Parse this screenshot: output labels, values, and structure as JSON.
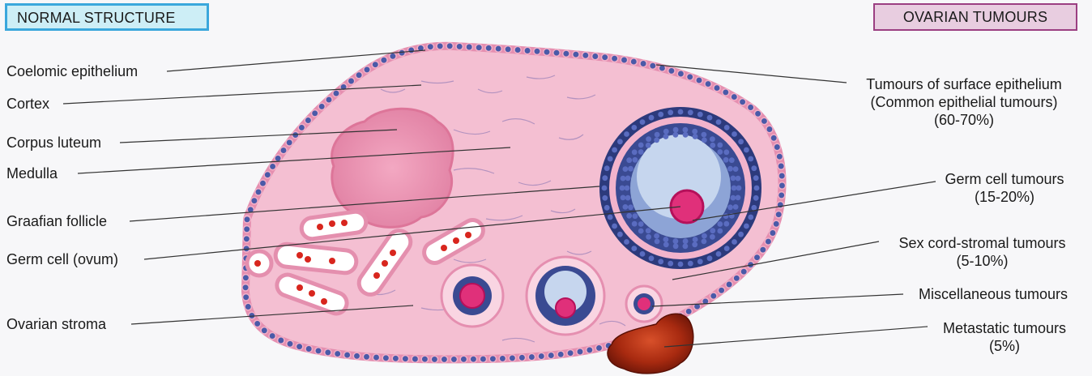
{
  "headers": {
    "left": "NORMAL STRUCTURE",
    "right": "OVARIAN TUMOURS"
  },
  "left_labels": {
    "coelomic_epithelium": "Coelomic epithelium",
    "cortex": "Cortex",
    "corpus_luteum": "Corpus luteum",
    "medulla": "Medulla",
    "graafian_follicle": "Graafian follicle",
    "germ_cell": "Germ cell (ovum)",
    "ovarian_stroma": "Ovarian stroma"
  },
  "right_labels": {
    "surface_epithelium": {
      "line1": "Tumours of surface epithelium",
      "line2": "(Common epithelial tumours)",
      "line3": "(60-70%)"
    },
    "germ_cell_tumours": {
      "line1": "Germ cell tumours",
      "line2": "(15-20%)"
    },
    "sex_cord_stromal": {
      "line1": "Sex cord-stromal tumours",
      "line2": "(5-10%)"
    },
    "miscellaneous": {
      "line1": "Miscellaneous tumours"
    },
    "metastatic": {
      "line1": "Metastatic tumours",
      "line2": "(5%)"
    }
  },
  "colors": {
    "stroma": "#f2b8cc",
    "epithelium_cell": "#4a5aa8",
    "corpus_luteum": "#ec92b0",
    "antrum": "#c6d6ee",
    "ovum": "#e0307a",
    "vessel_blood": "#d8261e",
    "metastasis": "#a82a10"
  }
}
